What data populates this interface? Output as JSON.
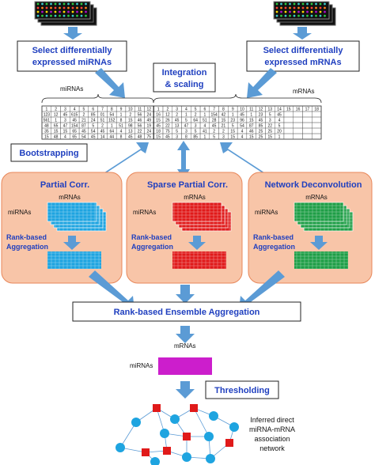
{
  "labels": {
    "select_mirnas": [
      "Select differentially",
      "expressed miRNAs"
    ],
    "select_mrnas": [
      "Select differentially",
      "expressed mRNAs"
    ],
    "integration": [
      "Integration",
      "& scaling"
    ],
    "mirnas_brace": "miRNAs",
    "mrnas_brace": "mRNAs",
    "bootstrapping": "Bootstrapping",
    "methods": [
      {
        "title": "Partial Corr.",
        "rows_label": "miRNAs",
        "cols_label": "mRNAs",
        "agg_label": [
          "Rank-based",
          "Aggregation"
        ],
        "color": "#1ea4e0"
      },
      {
        "title": "Sparse Partial Corr.",
        "rows_label": "miRNAs",
        "cols_label": "mRNAs",
        "agg_label": [
          "Rank-based",
          "Aggregation"
        ],
        "color": "#e01a1a"
      },
      {
        "title": "Network Deconvolution",
        "rows_label": "miRNAs",
        "cols_label": "mRNAs",
        "agg_label": [
          "Rank-based",
          "Aggregation"
        ],
        "color": "#1e9e46"
      }
    ],
    "ensemble": "Rank-based Ensemble Aggregation",
    "final_cols": "mRNAs",
    "final_rows": "miRNAs",
    "thresholding": "Thresholding",
    "inferred": [
      "Inferred direct",
      "miRNA-mRNA",
      "association",
      "network"
    ]
  },
  "table": {
    "header": [
      "1",
      "2",
      "3",
      "4",
      "5",
      "6",
      "7",
      "8",
      "9",
      "10",
      "11",
      "12",
      "1",
      "2",
      "3",
      "4",
      "5",
      "6",
      "7",
      "8",
      "9",
      "10",
      "11",
      "12",
      "13",
      "14",
      "15",
      "16",
      "17",
      "18"
    ],
    "rows": [
      [
        "123",
        "12",
        "45",
        "615",
        "2",
        "85",
        "01",
        "54",
        "1",
        "2",
        "56",
        "24",
        "16",
        "12",
        "2",
        "1",
        "2",
        "1",
        "154",
        "42",
        "1",
        "45",
        "1",
        "23",
        "5",
        "45"
      ],
      [
        "561",
        "1",
        "3",
        "45",
        "21",
        "24",
        "51",
        "152",
        "8",
        "15",
        "46",
        "49",
        "15",
        "26",
        "45",
        "5",
        "64",
        "51",
        "28",
        "15",
        "23",
        "96",
        "15",
        "45",
        "3",
        "4"
      ],
      [
        "48",
        "65",
        "47",
        "154",
        "87",
        "5",
        "2",
        "1",
        "51",
        "98",
        "56",
        "19",
        "45",
        "22",
        "13",
        "47",
        "3",
        "4",
        "45",
        "21",
        "5",
        "54",
        "87",
        "85",
        "22",
        "5"
      ],
      [
        "35",
        "15",
        "15",
        "65",
        "45",
        "54",
        "45",
        "64",
        "4",
        "13",
        "22",
        "24",
        "18",
        "75",
        "5",
        "3",
        "5",
        "41",
        "2",
        "2",
        "15",
        "4",
        "46",
        "25",
        "25",
        "20"
      ],
      [
        "15",
        "48",
        "4",
        "65",
        "54",
        "45",
        "14",
        "44",
        "8",
        "45",
        "48",
        "75",
        "15",
        "45",
        "3",
        "8",
        "85",
        "1",
        "5",
        "3",
        "15",
        "4",
        "15",
        "25",
        "15",
        "1"
      ]
    ]
  },
  "colors": {
    "title_blue": "#1f3fbf",
    "arrow_blue": "#5b9bd5",
    "panel_fill": "#f8c5a8",
    "panel_stroke": "#e8875a",
    "final_magenta": "#cc1ecc",
    "network_node": "#1ea4e0",
    "network_square": "#e01a1a"
  }
}
